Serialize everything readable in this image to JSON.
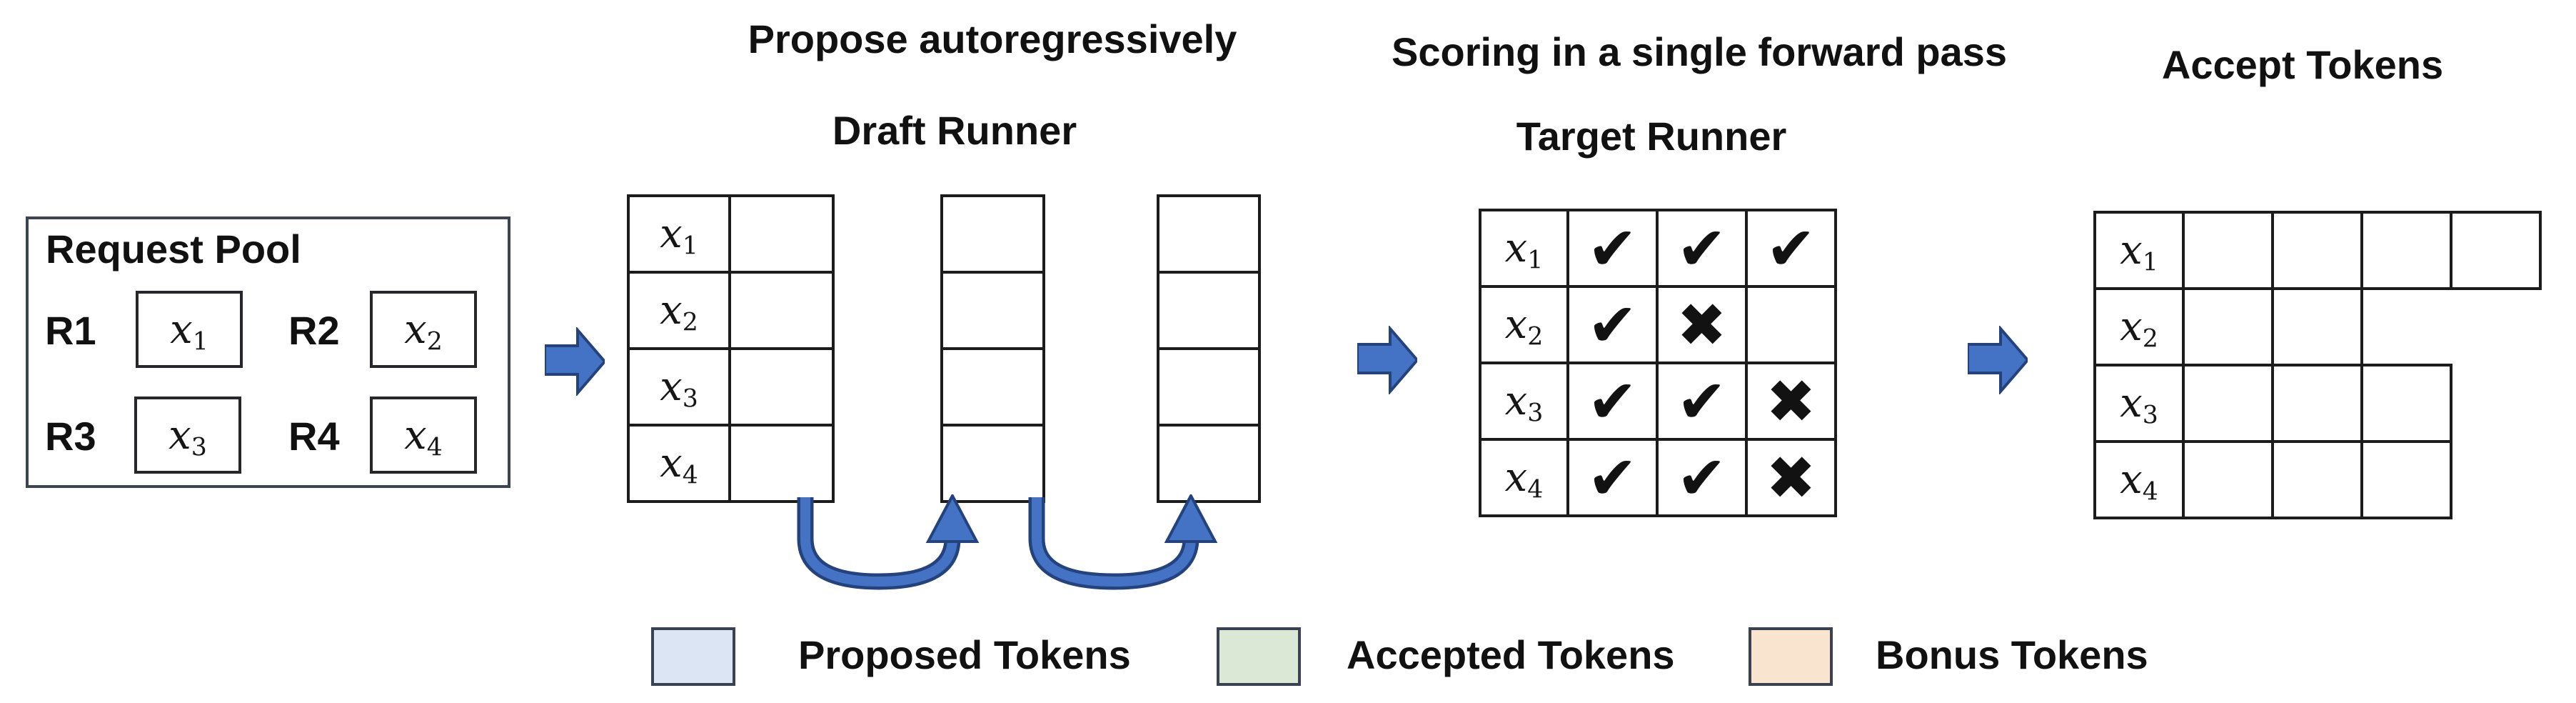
{
  "titles": {
    "propose_step": "Propose autoregressively",
    "draft_runner": "Draft Runner",
    "scoring_step": "Scoring in a single forward pass",
    "target_runner": "Target Runner",
    "accept_step": "Accept Tokens"
  },
  "request_pool": {
    "title": "Request Pool",
    "requests": [
      {
        "id": "R1",
        "var": "x",
        "sub": "1"
      },
      {
        "id": "R2",
        "var": "x",
        "sub": "2"
      },
      {
        "id": "R3",
        "var": "x",
        "sub": "3"
      },
      {
        "id": "R4",
        "var": "x",
        "sub": "4"
      }
    ]
  },
  "draft_runner": {
    "labels": [
      {
        "var": "x",
        "sub": "1"
      },
      {
        "var": "x",
        "sub": "2"
      },
      {
        "var": "x",
        "sub": "3"
      },
      {
        "var": "x",
        "sub": "4"
      }
    ],
    "proposal_iterations": 3,
    "rows": 4
  },
  "target_runner": {
    "rows": [
      {
        "var": "x",
        "sub": "1",
        "marks": [
          "✔",
          "✔",
          "✔"
        ]
      },
      {
        "var": "x",
        "sub": "2",
        "marks": [
          "✔",
          "✖",
          ""
        ]
      },
      {
        "var": "x",
        "sub": "3",
        "marks": [
          "✔",
          "✔",
          "✖"
        ]
      },
      {
        "var": "x",
        "sub": "4",
        "marks": [
          "✔",
          "✔",
          "✖"
        ]
      }
    ]
  },
  "accept_tokens": {
    "rows": [
      {
        "var": "x",
        "sub": "1",
        "cells": [
          "acc",
          "acc",
          "acc",
          "bon"
        ]
      },
      {
        "var": "x",
        "sub": "2",
        "cells": [
          "acc",
          "bon"
        ]
      },
      {
        "var": "x",
        "sub": "3",
        "cells": [
          "acc",
          "acc",
          "bon"
        ]
      },
      {
        "var": "x",
        "sub": "4",
        "cells": [
          "acc",
          "acc",
          "bon"
        ]
      }
    ]
  },
  "legend": [
    {
      "label": "Proposed Tokens",
      "kind": "proposed"
    },
    {
      "label": "Accepted Tokens",
      "kind": "accepted"
    },
    {
      "label": "Bonus Tokens",
      "kind": "bonus"
    }
  ],
  "colors": {
    "proposed_cell": "#D4DBEB",
    "accepted_cell": "#DAE5D3",
    "bonus_cell": "#F8E3CF",
    "legend_proposed": "#DBE5F3",
    "legend_accepted": "#DCE8D6",
    "legend_bonus": "#F9E4CF",
    "arrow_fill": "#4472C4",
    "arrow_outline": "#24427C"
  }
}
